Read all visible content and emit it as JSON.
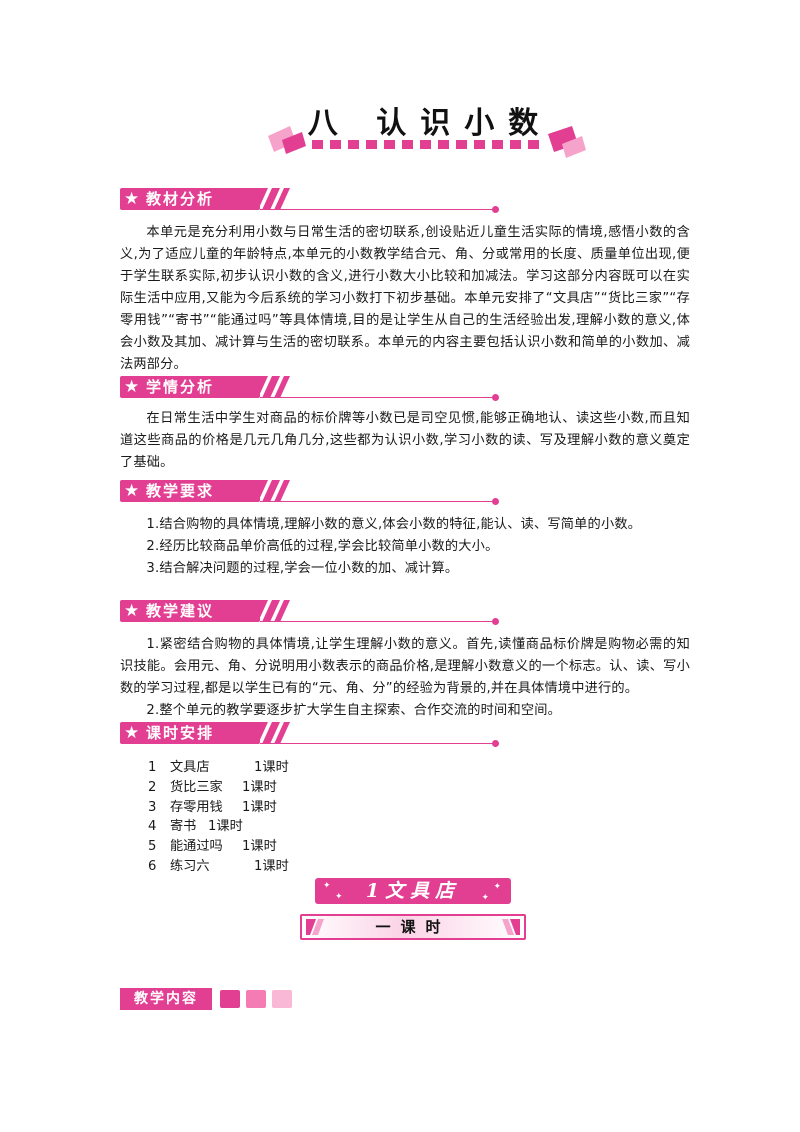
{
  "title": "八 认识小数",
  "colors": {
    "accent": "#e23e92",
    "light_accent": "#f6a3cb",
    "pale_accent": "#fbd3e6"
  },
  "sections": [
    {
      "heading": "教材分析",
      "paragraphs": [
        "本单元是充分利用小数与日常生活的密切联系,创设贴近儿童生活实际的情境,感悟小数的含义,为了适应儿童的年龄特点,本单元的小数教学结合元、角、分或常用的长度、质量单位出现,便于学生联系实际,初步认识小数的含义,进行小数大小比较和加减法。学习这部分内容既可以在实际生活中应用,又能为今后系统的学习小数打下初步基础。本单元安排了“文具店”“货比三家”“存零用钱”“寄书”“能通过吗”等具体情境,目的是让学生从自己的生活经验出发,理解小数的意义,体会小数及其加、减计算与生活的密切联系。本单元的内容主要包括认识小数和简单的小数加、减法两部分。"
      ]
    },
    {
      "heading": "学情分析",
      "paragraphs": [
        "在日常生活中学生对商品的标价牌等小数已是司空见惯,能够正确地认、读这些小数,而且知道这些商品的价格是几元几角几分,这些都为认识小数,学习小数的读、写及理解小数的意义奠定了基础。"
      ]
    },
    {
      "heading": "教学要求",
      "paragraphs": [
        "1.结合购物的具体情境,理解小数的意义,体会小数的特征,能认、读、写简单的小数。",
        "2.经历比较商品单价高低的过程,学会比较简单小数的大小。",
        "3.结合解决问题的过程,学会一位小数的加、减计算。"
      ]
    },
    {
      "heading": "教学建议",
      "paragraphs": [
        "1.紧密结合购物的具体情境,让学生理解小数的意义。首先,读懂商品标价牌是购物必需的知识技能。会用元、角、分说明用小数表示的商品价格,是理解小数意义的一个标志。认、读、写小数的学习过程,都是以学生已有的“元、角、分”的经验为背景的,并在具体情境中进行的。",
        "2.整个单元的教学要逐步扩大学生自主探索、合作交流的时间和空间。"
      ]
    },
    {
      "heading": "课时安排",
      "paragraphs": []
    }
  ],
  "schedule": [
    {
      "num": "1",
      "name": "文具店",
      "hours": "1课时"
    },
    {
      "num": "2",
      "name": "货比三家",
      "hours": "1课时"
    },
    {
      "num": "3",
      "name": "存零用钱",
      "hours": "1课时"
    },
    {
      "num": "4",
      "name": "寄书",
      "hours": "1课时"
    },
    {
      "num": "5",
      "name": "能通过吗",
      "hours": "1课时"
    },
    {
      "num": "6",
      "name": "练习六",
      "hours": "1课时"
    }
  ],
  "lesson": {
    "title": "1文具店",
    "period": "一课时"
  },
  "content_label": "教学内容"
}
